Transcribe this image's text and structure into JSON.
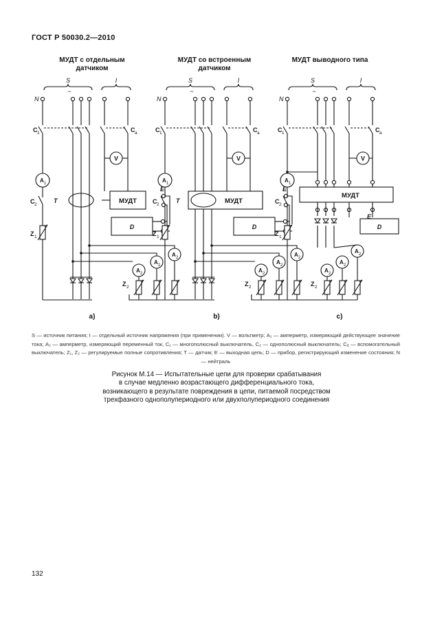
{
  "header": {
    "standard": "ГОСТ Р 50030.2—2010"
  },
  "figure": {
    "panel_titles": [
      [
        "МУДТ с отдельным",
        "датчиком"
      ],
      [
        "МУДТ со встроенным",
        "датчиком"
      ],
      [
        "МУДТ выводного типа"
      ]
    ],
    "panel_labels": [
      "a)",
      "b)",
      "c)"
    ],
    "labels": {
      "S": "S",
      "I": "I",
      "N": "N",
      "ac": "~",
      "C1": "C",
      "C1_sub": "1",
      "Ca": "C",
      "Ca_sub": "a",
      "C2": "C",
      "C2_sub": "2",
      "Z1": "Z",
      "Z1_sub": "1",
      "Z2": "Z",
      "Z2_sub": "2",
      "A1": "A",
      "A1_sub": "1",
      "A2": "A",
      "A2_sub": "2",
      "V": "V",
      "T": "T",
      "E": "E",
      "D": "D",
      "device": "МУДТ"
    }
  },
  "legend": "S — источник питания; I — отдельный источник напряжения (при применении). V — вольтметр; A₁ — амперметр, измеряющий действующее значение тока; A₂ — амперметр, измеряющий переменный ток, C₁ — многополюсный выключатель, C₂ — однополюсный выключатель; Cₐ — вспомогательный выключатель; Z₁, Z₂ — регулируемые полные сопротивления; T — датчик; E — выходная цепь; D — прибор, регистрирующий изменение состояния; N — нейтраль",
  "caption": [
    "Рисунок М.14 — Испытательные цепи для проверки срабатывания",
    "в случае медленно возрастающего дифференциального тока,",
    "возникающего в результате повреждения в цепи, питаемой посредством",
    "трехфазного однополупериодного или двухполупериодного соединения"
  ],
  "page_number": "132"
}
